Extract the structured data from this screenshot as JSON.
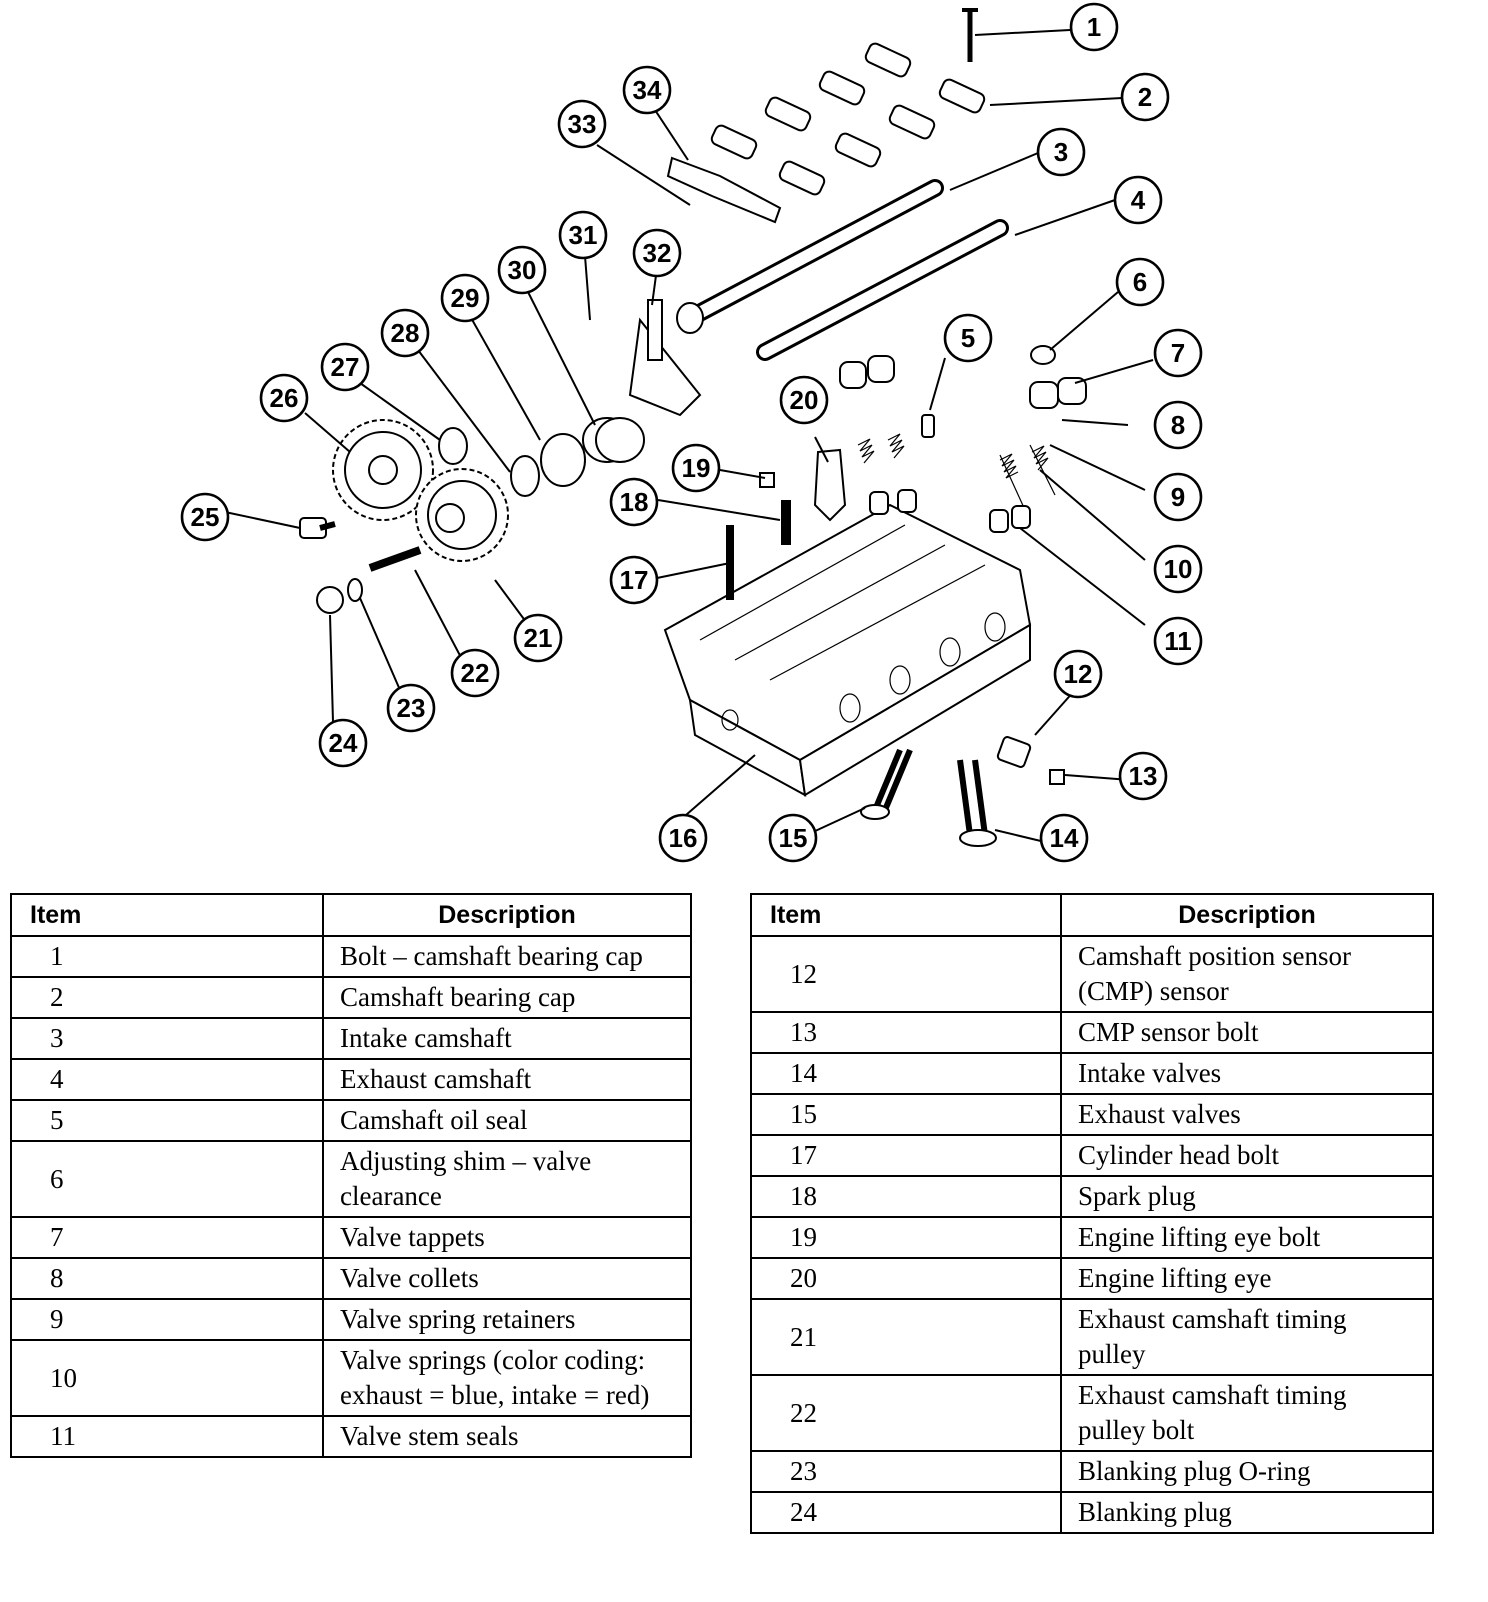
{
  "callouts": [
    "1",
    "2",
    "3",
    "4",
    "5",
    "6",
    "7",
    "8",
    "9",
    "10",
    "11",
    "12",
    "13",
    "14",
    "15",
    "16",
    "17",
    "18",
    "19",
    "20",
    "21",
    "22",
    "23",
    "24",
    "25",
    "26",
    "27",
    "28",
    "29",
    "30",
    "31",
    "32",
    "33",
    "34"
  ],
  "tables": {
    "header_item": "Item",
    "header_description": "Description",
    "left": [
      {
        "item": "1",
        "description": "Bolt – camshaft bearing cap"
      },
      {
        "item": "2",
        "description": "Camshaft bearing cap"
      },
      {
        "item": "3",
        "description": "Intake camshaft"
      },
      {
        "item": "4",
        "description": "Exhaust camshaft"
      },
      {
        "item": "5",
        "description": "Camshaft oil seal"
      },
      {
        "item": "6",
        "description": "Adjusting shim – valve clearance"
      },
      {
        "item": "7",
        "description": "Valve tappets"
      },
      {
        "item": "8",
        "description": "Valve collets"
      },
      {
        "item": "9",
        "description": "Valve spring retainers"
      },
      {
        "item": "10",
        "description": "Valve springs (color coding: exhaust = blue, intake = red)"
      },
      {
        "item": "11",
        "description": "Valve stem seals"
      }
    ],
    "right": [
      {
        "item": "12",
        "description": "Camshaft position sensor (CMP) sensor"
      },
      {
        "item": "13",
        "description": "CMP sensor bolt"
      },
      {
        "item": "14",
        "description": "Intake valves"
      },
      {
        "item": "15",
        "description": "Exhaust valves"
      },
      {
        "item": "17",
        "description": "Cylinder head bolt"
      },
      {
        "item": "18",
        "description": "Spark plug"
      },
      {
        "item": "19",
        "description": "Engine lifting eye bolt"
      },
      {
        "item": "20",
        "description": "Engine lifting eye"
      },
      {
        "item": "21",
        "description": "Exhaust camshaft timing pulley"
      },
      {
        "item": "22",
        "description": "Exhaust camshaft timing pulley bolt"
      },
      {
        "item": "23",
        "description": "Blanking plug O-ring"
      },
      {
        "item": "24",
        "description": "Blanking plug"
      }
    ]
  }
}
